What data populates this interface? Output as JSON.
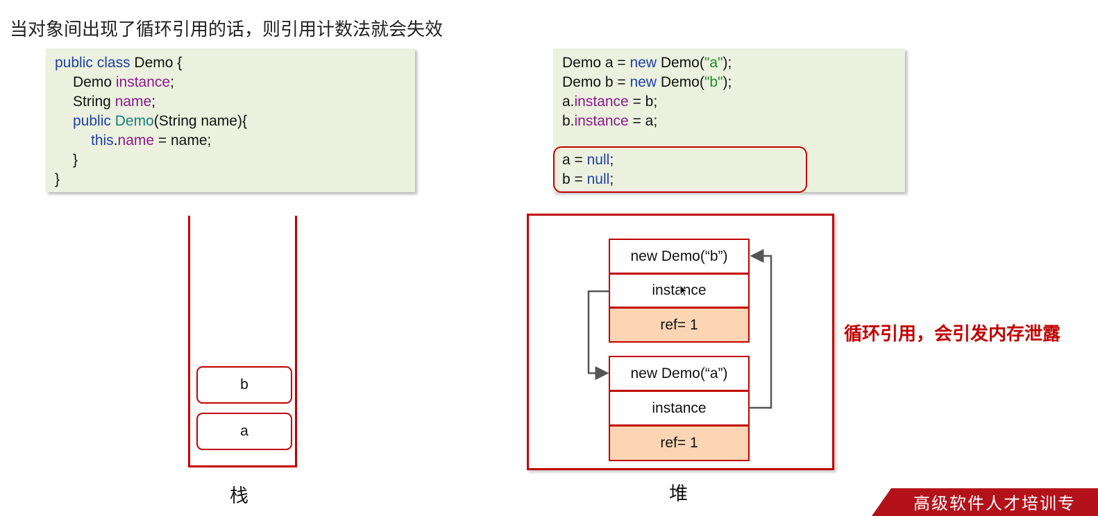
{
  "title": "当对象间出现了循环引用的话，则引用计数法就会失效",
  "code_left": {
    "line1": {
      "kw1": "public",
      "kw2": "class",
      "rest": " Demo {"
    },
    "line2": {
      "type": "Demo ",
      "field": "instance",
      "end": ";"
    },
    "line3": {
      "type": "String ",
      "field": "name",
      "end": ";"
    },
    "line4": {
      "kw": "public",
      "ctor": "Demo",
      "rest": "(String name){"
    },
    "line5": {
      "kw": "this",
      "dot": ".",
      "field": "name",
      "rest": " = name;"
    },
    "line6": "}",
    "line7": "}"
  },
  "code_right": {
    "line1": {
      "a": "Demo a = ",
      "kw": "new",
      "b": " Demo(",
      "str": "\"a\"",
      "c": ");"
    },
    "line2": {
      "a": "Demo b = ",
      "kw": "new",
      "b": " Demo(",
      "str": "\"b\"",
      "c": ");"
    },
    "line3": {
      "a": "a.",
      "field": "instance",
      "b": " = b;"
    },
    "line4": {
      "a": "b.",
      "field": "instance",
      "b": " = a;"
    },
    "line5": {
      "a": "a = ",
      "kw": "null",
      "b": ";"
    },
    "line6": {
      "a": "b = ",
      "kw": "null",
      "b": ";"
    }
  },
  "stack": {
    "label": "栈",
    "vars": [
      "b",
      "a"
    ]
  },
  "heap": {
    "label": "堆",
    "object_b": {
      "header": "new Demo(“b”)",
      "field": "instance",
      "ref": "ref= 1"
    },
    "object_a": {
      "header": "new Demo(“a”)",
      "field": "instance",
      "ref": "ref= 1"
    }
  },
  "note": "循环引用，会引发内存泄露",
  "banner": "高级软件人才培训专",
  "colors": {
    "accent_red": "#c00000",
    "code_bg": "#ebf1de",
    "ref_fill": "#fcd5b4",
    "keyword_blue": "#1f3fa8",
    "field_purple": "#8b1a8b"
  }
}
